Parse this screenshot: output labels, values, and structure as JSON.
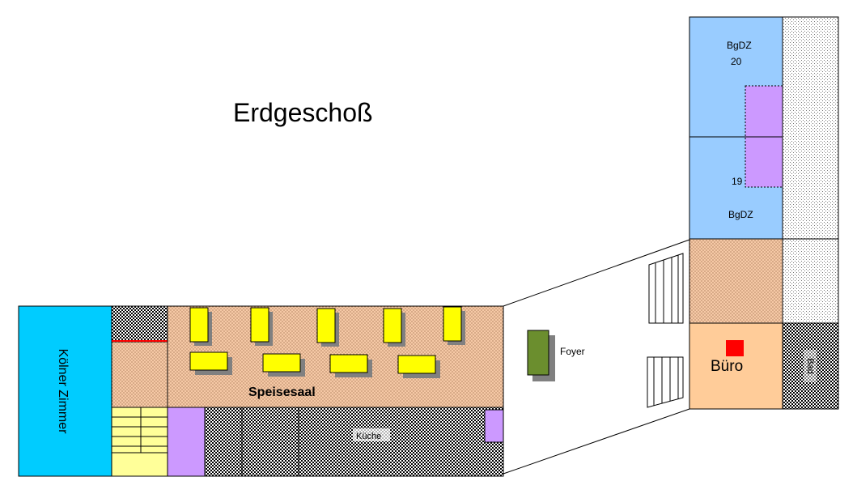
{
  "title": "Erdgeschoß",
  "rooms": {
    "koelner_zimmer": "Kölner Zimmer",
    "speisesaal": "Speisesaal",
    "kueche": "Küche",
    "foyer": "Foyer",
    "buero": "Büro",
    "bgdz_upper": "BgDZ",
    "bgdz_upper_number": "20",
    "bgdz_lower": "BgDZ",
    "bgdz_lower_number": "19",
    "side_room": "Bad"
  },
  "colors": {
    "koelner": "#00ccff",
    "blue_room": "#99ccff",
    "salmon": "#f6c9a6",
    "buero": "#ffcc99",
    "purple": "#cc99ff",
    "yellow": "#ffff00",
    "light_yellow": "#ffff99",
    "green": "#6b8e2e",
    "red": "#ff0000",
    "shadow": "#808080"
  }
}
